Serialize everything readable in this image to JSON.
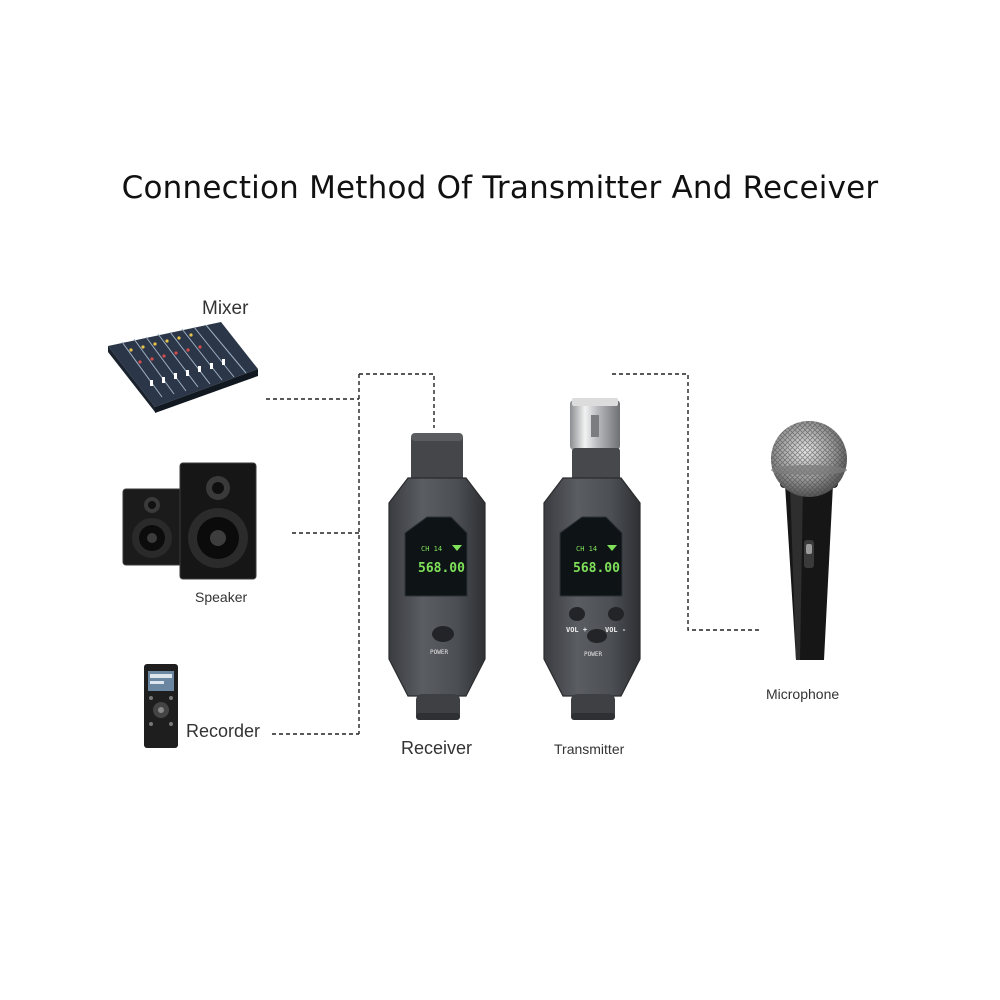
{
  "title": "Connection Method Of Transmitter And Receiver",
  "devices": {
    "mixer": "Mixer",
    "speaker": "Speaker",
    "recorder": "Recorder",
    "receiver": "Receiver",
    "transmitter": "Transmitter",
    "microphone": "Microphone"
  },
  "receiver_unit": {
    "channel_text": "CH 14",
    "frequency_text": "568.00",
    "power_label": "POWER"
  },
  "transmitter_unit": {
    "channel_text": "CH 14",
    "frequency_text": "568.00",
    "vol_up_label": "VOL +",
    "vol_down_label": "VOL -",
    "power_label": "POWER"
  },
  "colors": {
    "device_body": "#4a4d52",
    "lcd_background": "#0e1416",
    "lcd_text": "#7fe05a",
    "connector_line": "#222222"
  }
}
